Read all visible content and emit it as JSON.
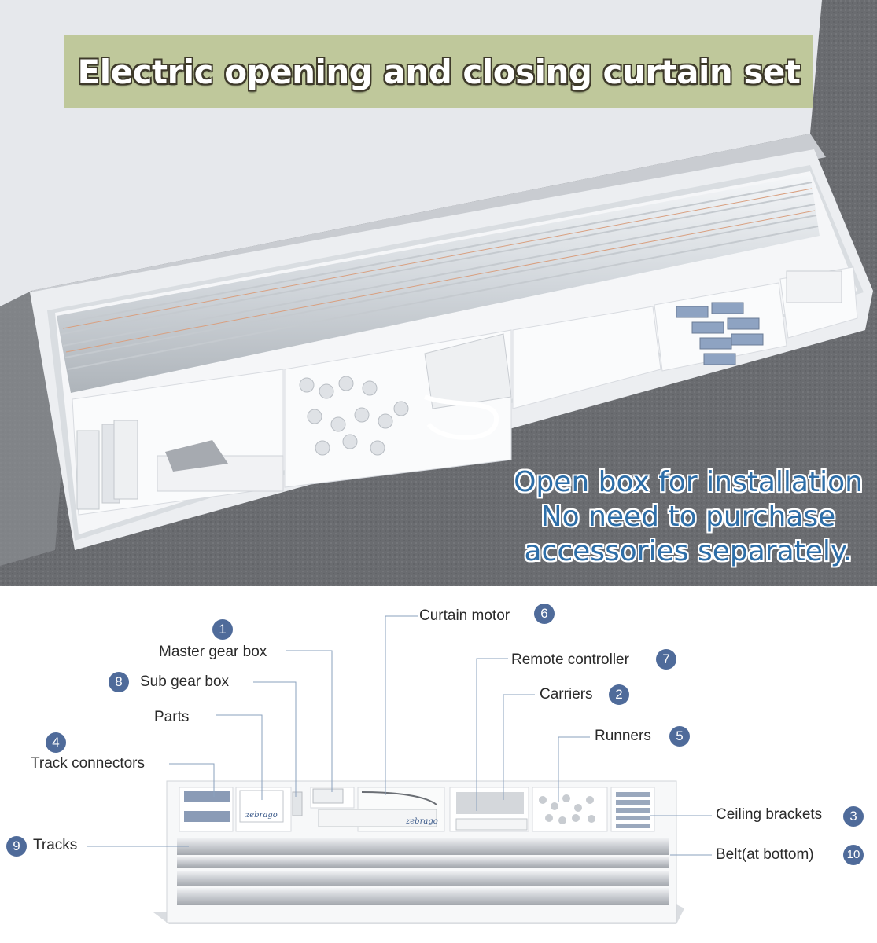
{
  "banner": {
    "title": "Electric opening and closing curtain set",
    "bg_color": "#bfc89b"
  },
  "promo": {
    "line1": "Open box for installation",
    "line2": "No need to purchase",
    "line3": "accessories separately.",
    "color": "#2d6ea8"
  },
  "diagram": {
    "brand": "zebrago",
    "badge_color": "#4f6b9a",
    "callouts": [
      {
        "num": "1",
        "label": "Master gear box"
      },
      {
        "num": "8",
        "label": "Sub gear box"
      },
      {
        "num": "",
        "label": "Parts"
      },
      {
        "num": "4",
        "label": "Track connectors"
      },
      {
        "num": "9",
        "label": "Tracks"
      },
      {
        "num": "6",
        "label": "Curtain motor"
      },
      {
        "num": "7",
        "label": "Remote controller"
      },
      {
        "num": "2",
        "label": "Carriers"
      },
      {
        "num": "5",
        "label": "Runners"
      },
      {
        "num": "3",
        "label": "Ceiling brackets"
      },
      {
        "num": "10",
        "label": "Belt(at bottom)"
      }
    ]
  }
}
